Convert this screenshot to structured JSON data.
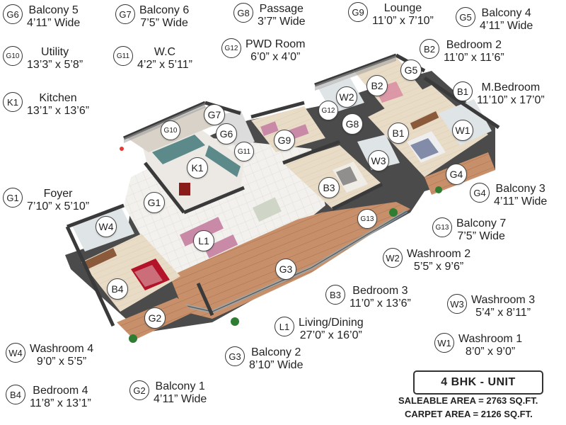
{
  "legend": {
    "G6": {
      "code": "G6",
      "name": "Balcony 5",
      "dim": "4’11” Wide"
    },
    "G7": {
      "code": "G7",
      "name": "Balcony 6",
      "dim": "7’5” Wide"
    },
    "G8": {
      "code": "G8",
      "name": "Passage",
      "dim": "3’7” Wide"
    },
    "G9": {
      "code": "G9",
      "name": "Lounge",
      "dim": "11’0” x 7’10”"
    },
    "G5": {
      "code": "G5",
      "name": "Balcony 4",
      "dim": "4’11” Wide"
    },
    "G10": {
      "code": "G10",
      "name": "Utility",
      "dim": "13’3” x 5’8”"
    },
    "G11": {
      "code": "G11",
      "name": "W.C",
      "dim": "4’2” x 5’11”"
    },
    "G12": {
      "code": "G12",
      "name": "PWD Room",
      "dim": "6’0” x 4’0”"
    },
    "B2": {
      "code": "B2",
      "name": "Bedroom 2",
      "dim": "11’0” x 11’6”"
    },
    "K1": {
      "code": "K1",
      "name": "Kitchen",
      "dim": "13’1” x 13’6”"
    },
    "B1": {
      "code": "B1",
      "name": "M.Bedroom",
      "dim": "11’10” x 17’0”"
    },
    "G1": {
      "code": "G1",
      "name": "Foyer",
      "dim": "7’10” x 5’10”"
    },
    "G4": {
      "code": "G4",
      "name": "Balcony 3",
      "dim": "4’11” Wide"
    },
    "G13": {
      "code": "G13",
      "name": "Balcony 7",
      "dim": "7’5” Wide"
    },
    "W2": {
      "code": "W2",
      "name": "Washroom 2",
      "dim": "5’5” x 9’6”"
    },
    "W3": {
      "code": "W3",
      "name": "Washroom 3",
      "dim": "5’4” x 8’11”"
    },
    "B3": {
      "code": "B3",
      "name": "Bedroom 3",
      "dim": "11’0” x 13’6”"
    },
    "L1": {
      "code": "L1",
      "name": "Living/Dining",
      "dim": "27’0” x 16’0”"
    },
    "W1": {
      "code": "W1",
      "name": "Washroom 1",
      "dim": "8’0” x 9’0”"
    },
    "W4": {
      "code": "W4",
      "name": "Washroom 4",
      "dim": "9’0” x 5’5”"
    },
    "G3": {
      "code": "G3",
      "name": "Balcony 2",
      "dim": "8’10” Wide"
    },
    "B4": {
      "code": "B4",
      "name": "Bedroom 4",
      "dim": "11’8” x 13’1”"
    },
    "G2": {
      "code": "G2",
      "name": "Balcony 1",
      "dim": "4’11” Wide"
    }
  },
  "plan_markers": {
    "G10": "G10",
    "G7": "G7",
    "G6": "G6",
    "G11": "G11",
    "K1": "K1",
    "G9": "G9",
    "G12": "G12",
    "W2": "W2",
    "B2": "B2",
    "G5": "G5",
    "G8": "G8",
    "B1": "B1",
    "W1": "W1",
    "W3": "W3",
    "G4": "G4",
    "B3": "B3",
    "G13": "G13",
    "G1": "G1",
    "W4": "W4",
    "L1": "L1",
    "G3": "G3",
    "B4": "B4",
    "G2": "G2"
  },
  "unit": {
    "title": "4 BHK - UNIT",
    "saleable": "SALEABLE AREA = 2763 SQ.FT.",
    "carpet": "CARPET AREA = 2126 SQ.FT."
  }
}
